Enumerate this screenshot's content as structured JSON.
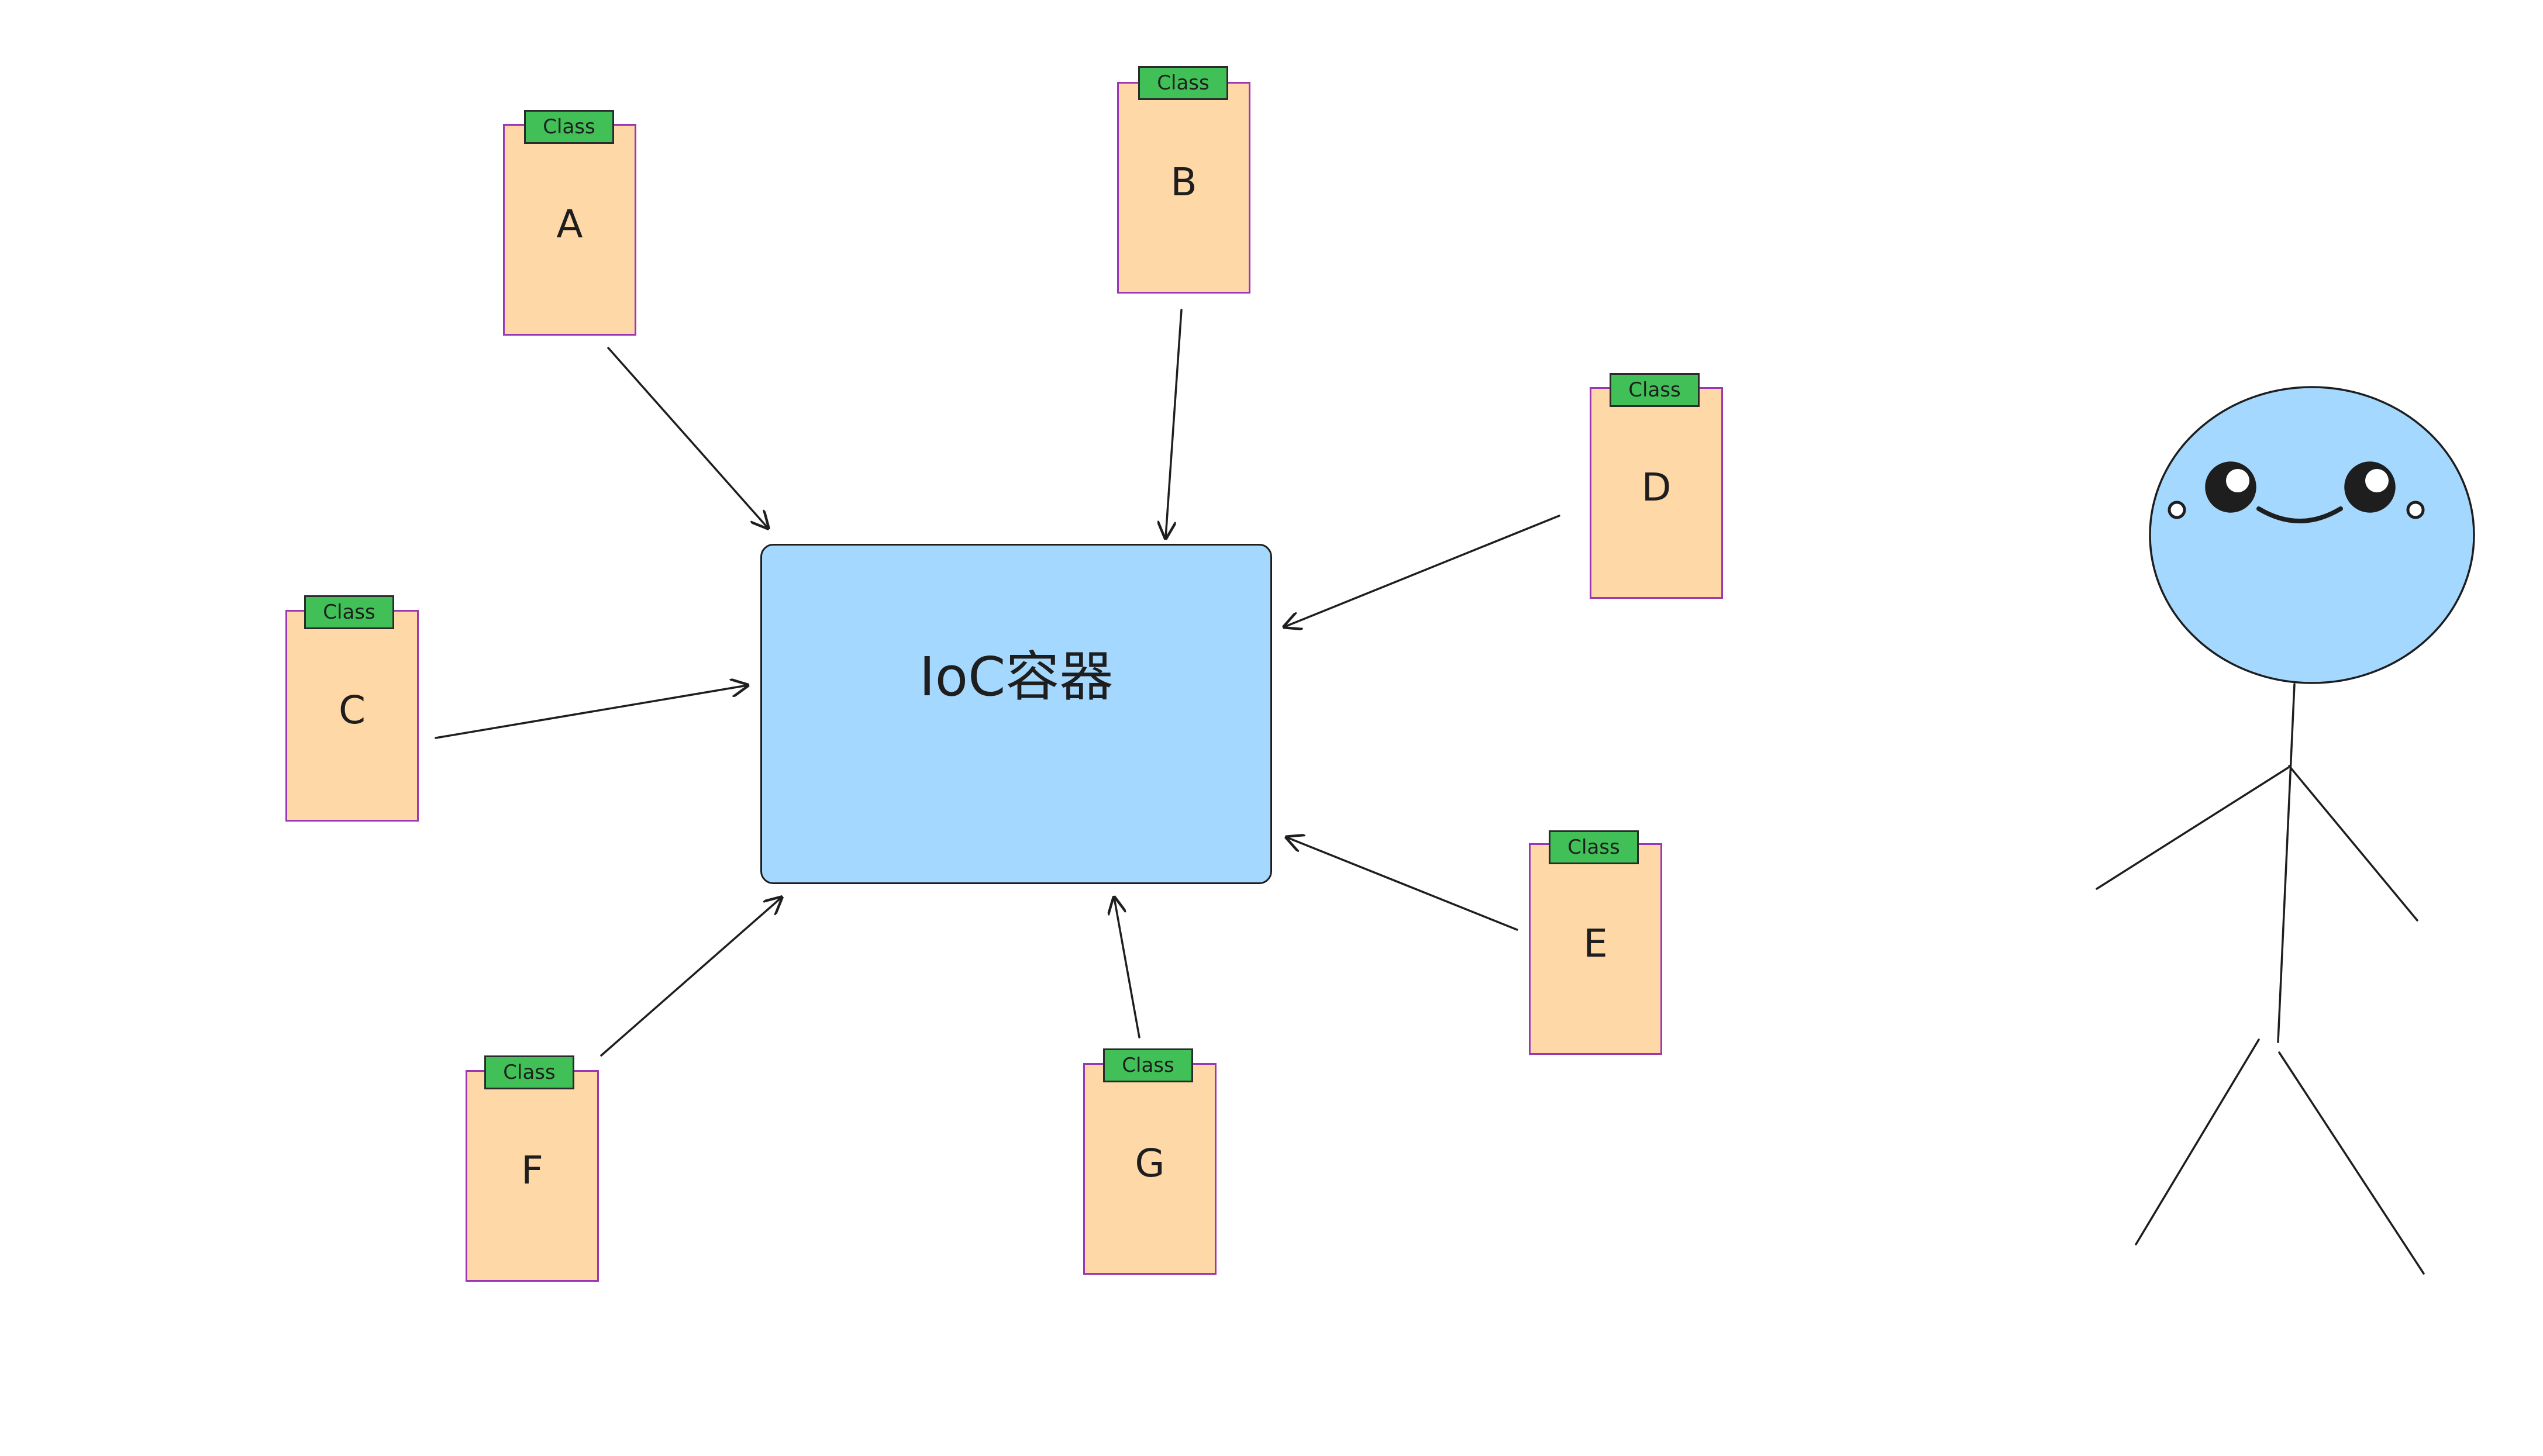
{
  "container": {
    "label": "IoC容器",
    "fill": "#a5d8ff"
  },
  "tag_label": "Class",
  "classes": [
    {
      "id": "A",
      "letter": "A"
    },
    {
      "id": "B",
      "letter": "B"
    },
    {
      "id": "C",
      "letter": "C"
    },
    {
      "id": "D",
      "letter": "D"
    },
    {
      "id": "E",
      "letter": "E"
    },
    {
      "id": "F",
      "letter": "F"
    },
    {
      "id": "G",
      "letter": "G"
    }
  ],
  "colors": {
    "card_fill": "#ffd8a8",
    "card_border": "#9c36b5",
    "tag_fill": "#40c057",
    "stroke": "#1e1e1e",
    "face_fill": "#a5d8ff"
  },
  "figure": {
    "name": "stick-figure"
  }
}
